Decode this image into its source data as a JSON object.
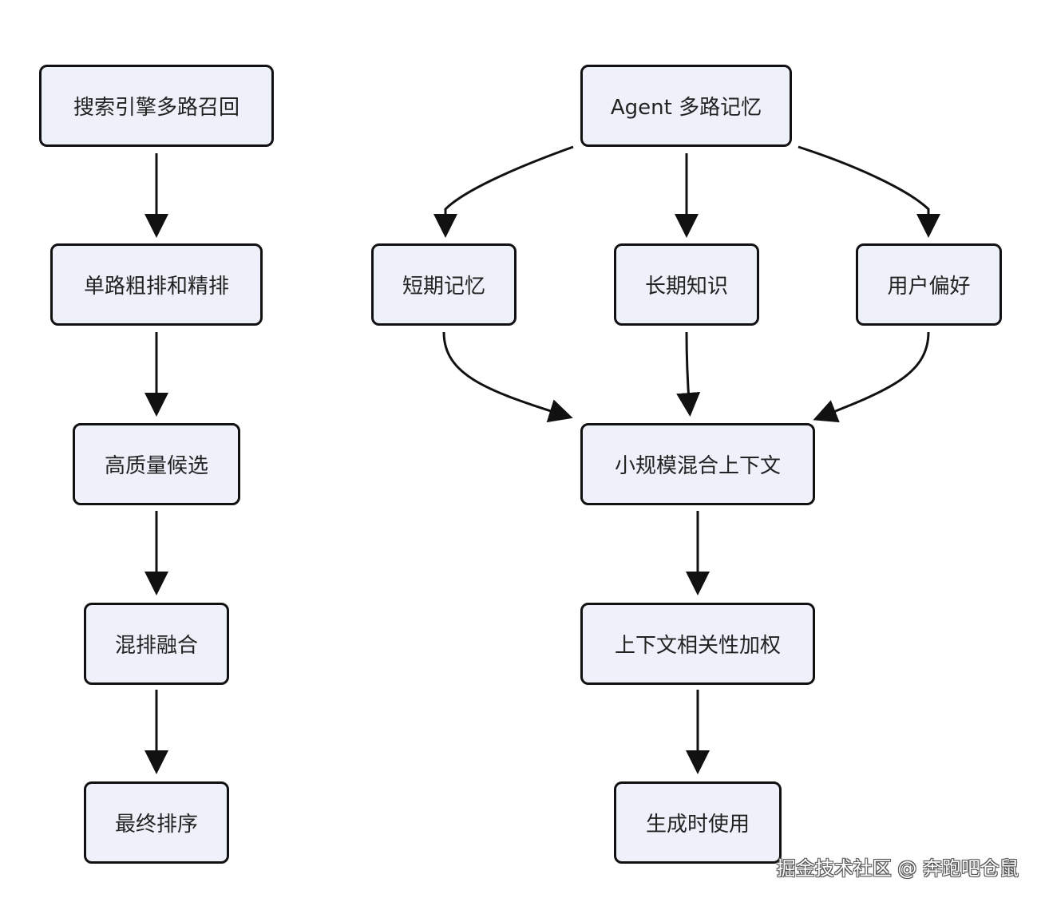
{
  "left_flow": {
    "n1": "搜索引擎多路召回",
    "n2": "单路粗排和精排",
    "n3": "高质量候选",
    "n4": "混排融合",
    "n5": "最终排序"
  },
  "right_flow": {
    "root": "Agent 多路记忆",
    "short_term": "短期记忆",
    "long_term": "长期知识",
    "preference": "用户偏好",
    "mix": "小规模混合上下文",
    "weight": "上下文相关性加权",
    "use": "生成时使用"
  },
  "watermark": "掘金技术社区 @ 奔跑吧仓鼠",
  "colors": {
    "node_fill": "#eef1fa",
    "node_border": "#111111",
    "edge": "#111111"
  }
}
